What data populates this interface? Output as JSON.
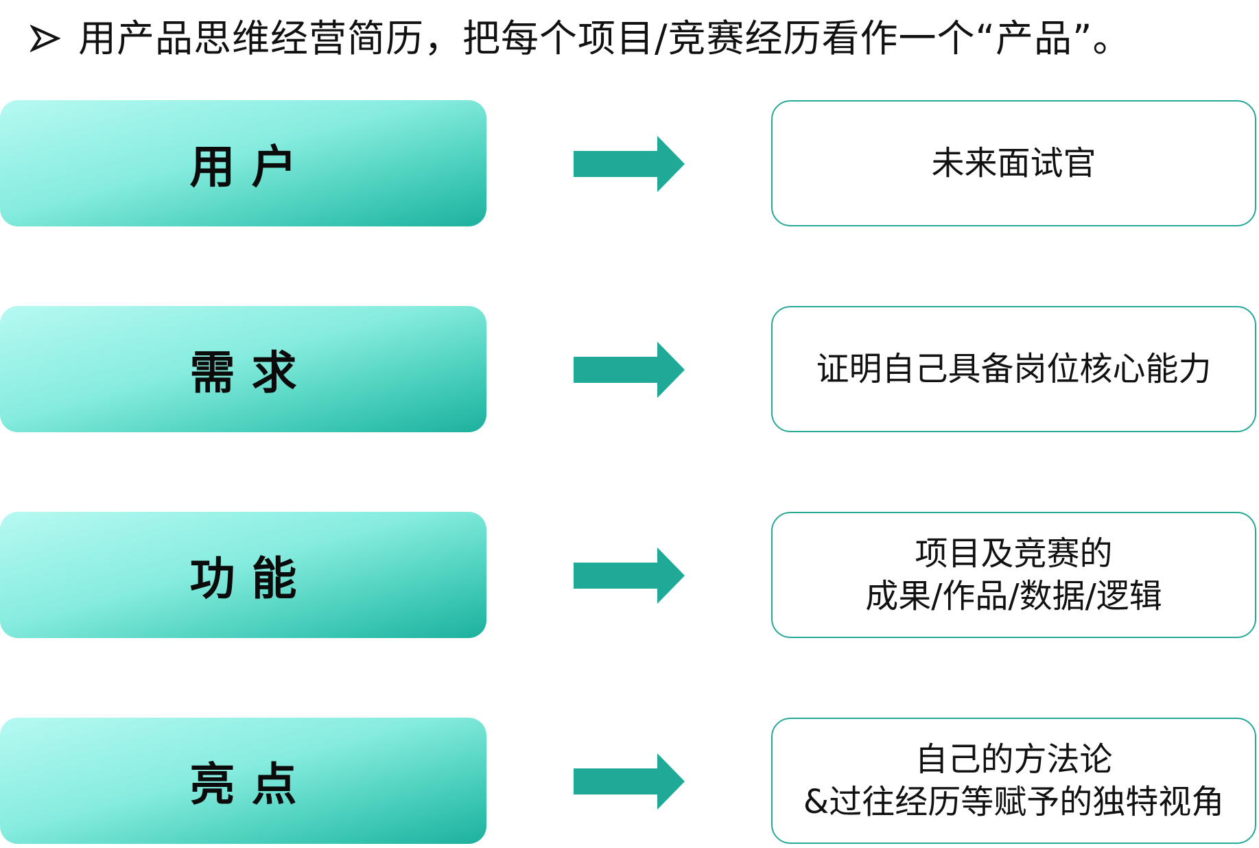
{
  "headline": {
    "bullet_icon": "arrowhead-bullet-icon",
    "text": "用产品思维经营简历，把每个项目/竞赛经历看作一个“产品”。"
  },
  "colors": {
    "box_gradient_light": "#b6f9f2",
    "box_gradient_dark": "#1db09d",
    "arrow": "#1eaa96",
    "outline": "#25a896"
  },
  "rows": [
    {
      "label": "用户",
      "arrow_icon": "right-arrow-icon",
      "lines": [
        "未来面试官"
      ]
    },
    {
      "label": "需求",
      "arrow_icon": "right-arrow-icon",
      "lines": [
        "证明自己具备岗位核心能力"
      ]
    },
    {
      "label": "功能",
      "arrow_icon": "right-arrow-icon",
      "lines": [
        "项目及竞赛的",
        "成果/作品/数据/逻辑"
      ]
    },
    {
      "label": "亮点",
      "arrow_icon": "right-arrow-icon",
      "lines": [
        "自己的方法论",
        "&过往经历等赋予的独特视角"
      ]
    }
  ]
}
